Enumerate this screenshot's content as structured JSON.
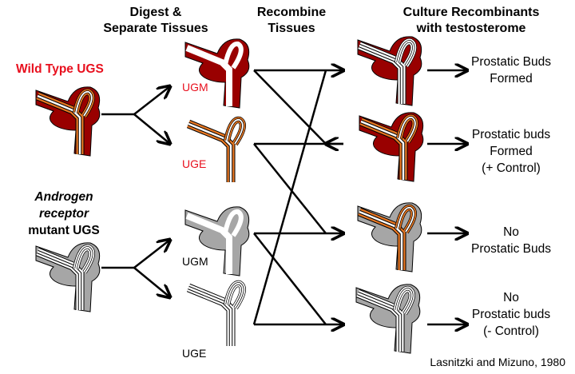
{
  "headers": {
    "digest": [
      "Digest &",
      "Separate Tissues"
    ],
    "recombine": [
      "Recombine",
      "Tissues"
    ],
    "culture": [
      "Culture Recombinants",
      "with testosterome"
    ]
  },
  "sources": {
    "wild_type": "Wild Type UGS",
    "mutant": [
      "Androgen",
      "receptor",
      "mutant UGS"
    ]
  },
  "tissue_labels": {
    "ugm": "UGM",
    "uge": "UGE"
  },
  "results": [
    [
      "Prostatic Buds",
      "Formed"
    ],
    [
      "Prostatic buds",
      "Formed",
      "(+ Control)"
    ],
    [
      "No",
      "Prostatic Buds"
    ],
    [
      "No",
      "Prostatic buds",
      "(- Control)"
    ]
  ],
  "citation": "Lasnitzki and Mizuno, 1980",
  "colors": {
    "wild_type_mesenchyme": "#990000",
    "wild_type_epithelium": "#e87722",
    "mutant_mesenchyme": "#a6a6a6",
    "mutant_epithelium": "#ffffff",
    "label_red": "#e8101e"
  }
}
